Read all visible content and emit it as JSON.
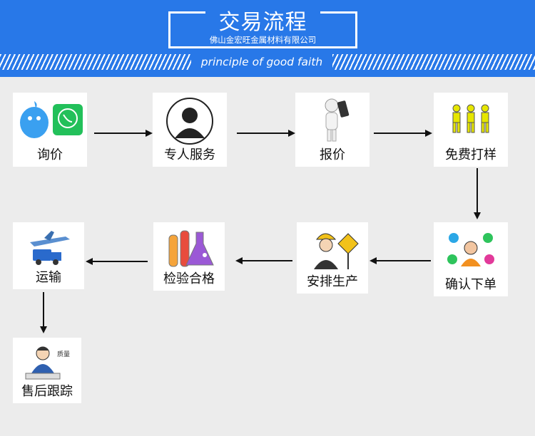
{
  "header": {
    "title": "交易流程",
    "company": "佛山金宏旺金属材料有限公司",
    "tagline": "principle of good faith"
  },
  "colors": {
    "banner": "#2878e8",
    "accent": "#ffffff"
  },
  "steps": [
    {
      "label": "询价",
      "icon": "chat-icon"
    },
    {
      "label": "专人服务",
      "icon": "person-icon"
    },
    {
      "label": "报价",
      "icon": "phone-figure-icon"
    },
    {
      "label": "免费打样",
      "icon": "workers-icon"
    },
    {
      "label": "确认下单",
      "icon": "service-agent-icon"
    },
    {
      "label": "安排生产",
      "icon": "construction-worker-icon"
    },
    {
      "label": "检验合格",
      "icon": "lab-flask-icon"
    },
    {
      "label": "运输",
      "icon": "airplane-icon"
    },
    {
      "label": "售后跟踪",
      "icon": "phone-support-icon"
    }
  ],
  "after_sales_badge": "质量"
}
